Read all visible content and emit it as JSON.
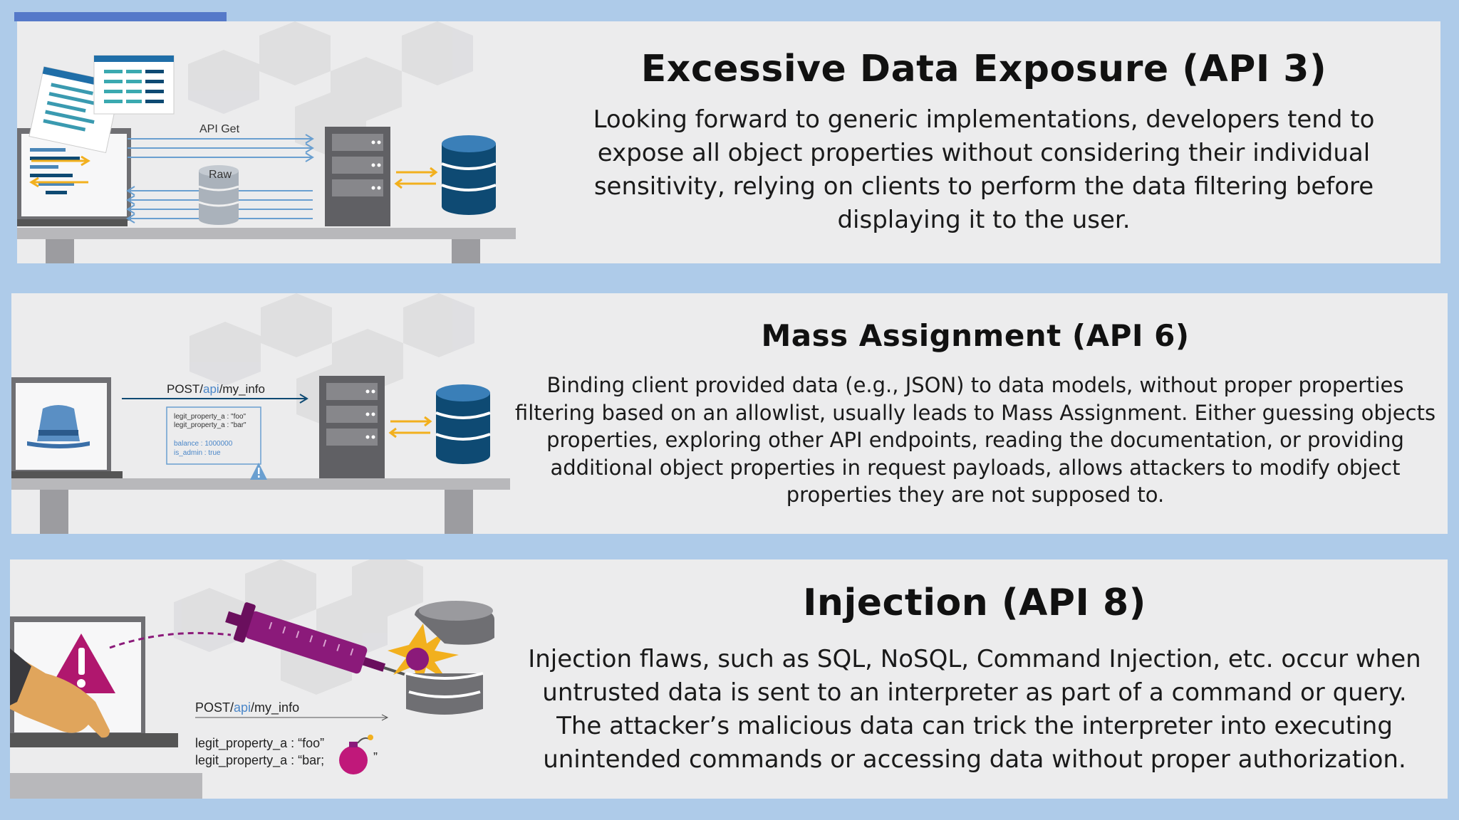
{
  "sections": [
    {
      "title": "Excessive Data Exposure (API 3)",
      "body": "Looking forward to generic implementations, developers tend to expose all object properties without considering their individual sensitivity, relying on clients to perform the data filtering before displaying it to the user.",
      "illustration": {
        "request_label": "API Get",
        "db_label": "Raw"
      }
    },
    {
      "title": "Mass Assignment (API 6)",
      "body": "Binding client provided data (e.g., JSON) to data models, without proper properties filtering based on an allowlist, usually leads to Mass Assignment. Either guessing objects properties, exploring other API endpoints, reading the documentation, or providing additional object properties in request payloads, allows attackers to modify object properties they are not supposed to.",
      "illustration": {
        "endpoint_prefix": "POST/",
        "endpoint_api": "api",
        "endpoint_suffix": "/my_info",
        "payload_line1": "legit_property_a : \"foo\"",
        "payload_line2": "legit_property_a : \"bar\"",
        "payload_line3": "balance : 1000000",
        "payload_line4": "is_admin : true"
      }
    },
    {
      "title": "Injection (API 8)",
      "body": "Injection flaws, such as SQL, NoSQL, Command Injection, etc. occur when untrusted data is sent to an interpreter as part of a command or query. The attacker’s malicious data can trick the interpreter into executing unintended commands or accessing data without proper authorization.",
      "illustration": {
        "endpoint_prefix": "POST/",
        "endpoint_api": "api",
        "endpoint_suffix": "/my_info",
        "payload_line1": "legit_property_a  :  “foo”",
        "payload_line2": "legit_property_a  :  “bar;",
        "payload_close": "”"
      }
    }
  ],
  "colors": {
    "background": "#aecbe9",
    "card": "#ececed",
    "accent_blue": "#5579c9",
    "db_blue": "#0e4a73",
    "arrow_yellow": "#f2b01e",
    "syringe_purple": "#8b1a7a",
    "warning_magenta": "#b0176e"
  }
}
